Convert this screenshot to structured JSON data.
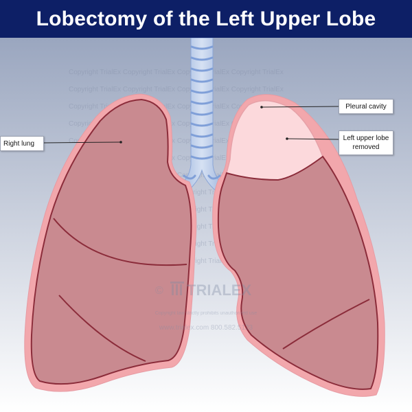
{
  "title": "Lobectomy of the Left Upper Lobe",
  "labels": {
    "right_lung": "Right lung",
    "pleural_cavity": "Pleural cavity",
    "left_upper_lobe_removed_line1": "Left upper lobe",
    "left_upper_lobe_removed_line2": "removed"
  },
  "watermark": {
    "copyright_line": "Copyright TrialEx Copyright TrialEx Copyright TrialEx Copyright TrialEx",
    "logo_text": "TRIALEX",
    "notice": "Copyright law strictly prohibits unauthorized use",
    "site_phone": "www.trialex.com  800.582.5123"
  },
  "colors": {
    "title_bar": "#0d1f66",
    "title_text": "#ffffff",
    "background_top": "#9aa6bf",
    "background_bottom": "#ffffff",
    "lung_fill": "#c98a90",
    "lung_outline": "#8b2c3a",
    "pleura": "#f2a7ac",
    "pleural_cavity": "#fcd9dc",
    "trachea": "#b9cbe8",
    "trachea_rings": "#7f9fd8"
  }
}
